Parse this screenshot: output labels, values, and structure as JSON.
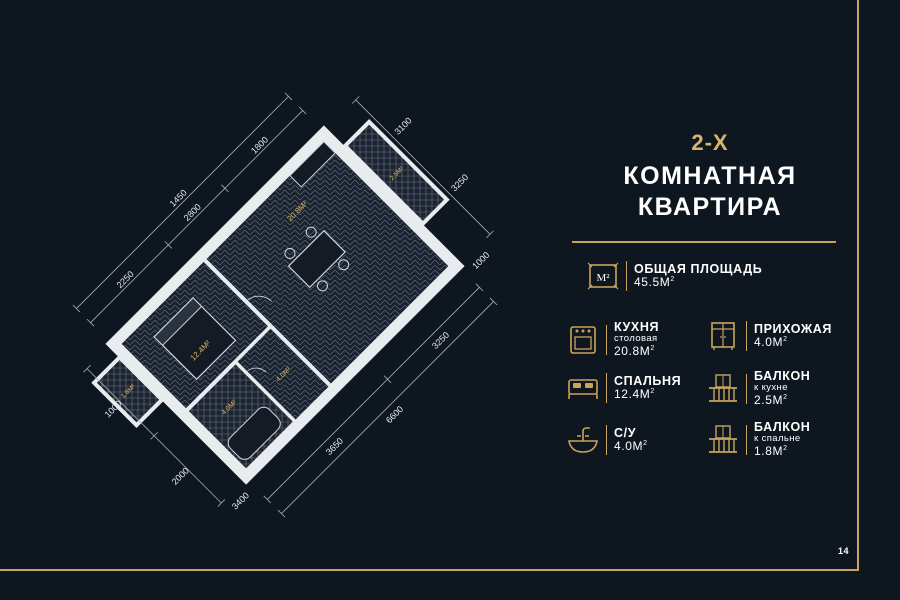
{
  "title": {
    "line1": "2-Х",
    "line2": "КОМНАТНАЯ",
    "line3": "КВАРТИРА"
  },
  "total": {
    "label": "ОБЩАЯ ПЛОЩАДЬ",
    "value": "45.5М",
    "icon": "area-m2-icon",
    "icon_text": "М²"
  },
  "features": [
    {
      "label": "КУХНЯ",
      "sub": "столовая",
      "value": "20.8М",
      "icon": "stove-icon"
    },
    {
      "label": "ПРИХОЖАЯ",
      "sub": "",
      "value": "4.0М",
      "icon": "wardrobe-icon"
    },
    {
      "label": "СПАЛЬНЯ",
      "sub": "",
      "value": "12.4М",
      "icon": "bed-icon"
    },
    {
      "label": "БАЛКОН",
      "sub": "к кухне",
      "value": "2.5М",
      "icon": "balcony-icon"
    },
    {
      "label": "С/У",
      "sub": "",
      "value": "4.0М",
      "icon": "sink-icon"
    },
    {
      "label": "БАЛКОН",
      "sub": "к спальне",
      "value": "1.8М",
      "icon": "balcony-icon"
    }
  ],
  "unit_sup": "2",
  "page_number": "14",
  "plan": {
    "dimensions": [
      "2250",
      "2800",
      "1800",
      "1450",
      "3650",
      "3250",
      "1000",
      "2000",
      "3400",
      "6600",
      "3100",
      "3250",
      "1000"
    ],
    "room_areas": [
      "4.0М²",
      "4.0М²",
      "12.4М²",
      "20.8М²",
      "1.8М²",
      "2.5М²"
    ]
  },
  "colors": {
    "background": "#0e1620",
    "accent": "#c9a45c",
    "accent_text": "#d8b56a",
    "text": "#ffffff"
  }
}
